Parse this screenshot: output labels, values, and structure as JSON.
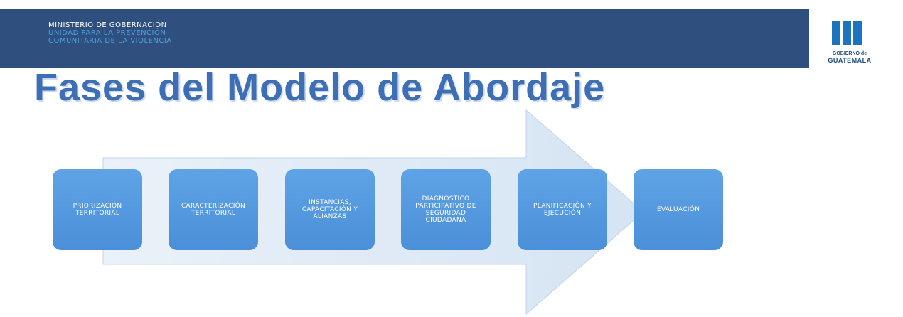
{
  "header": {
    "ministry_line1": "MINISTERIO DE GOBERNACIÓN",
    "ministry_line2": "UNIDAD PARA LA PREVENCIÓN",
    "ministry_line3": "COMUNITARIA DE LA VIOLENCIA",
    "band_color": "#2f4f7f",
    "accent_color": "#4aa3df"
  },
  "logo": {
    "line1": "GOBIERNO de",
    "line2": "GUATEMALA",
    "icon": "guatemala-government-bars-logo"
  },
  "title": "Fases del Modelo de Abordaje",
  "diagram": {
    "arrow_color": "#dce8f5",
    "phase_color": "#4a8fd8",
    "phases": [
      "PRIORIZACIÓN TERRITORIAL",
      "CARACTERIZACIÓN TERRITORIAL",
      "INSTANCIAS, CAPACITACIÓN Y ALIANZAS",
      "DIAGNÓSTICO PARTICIPATIVO DE SEGURIDAD CIUDADANA",
      "PLANIFICACIÓN Y EJECUCIÓN",
      "EVALUACIÓN"
    ]
  }
}
